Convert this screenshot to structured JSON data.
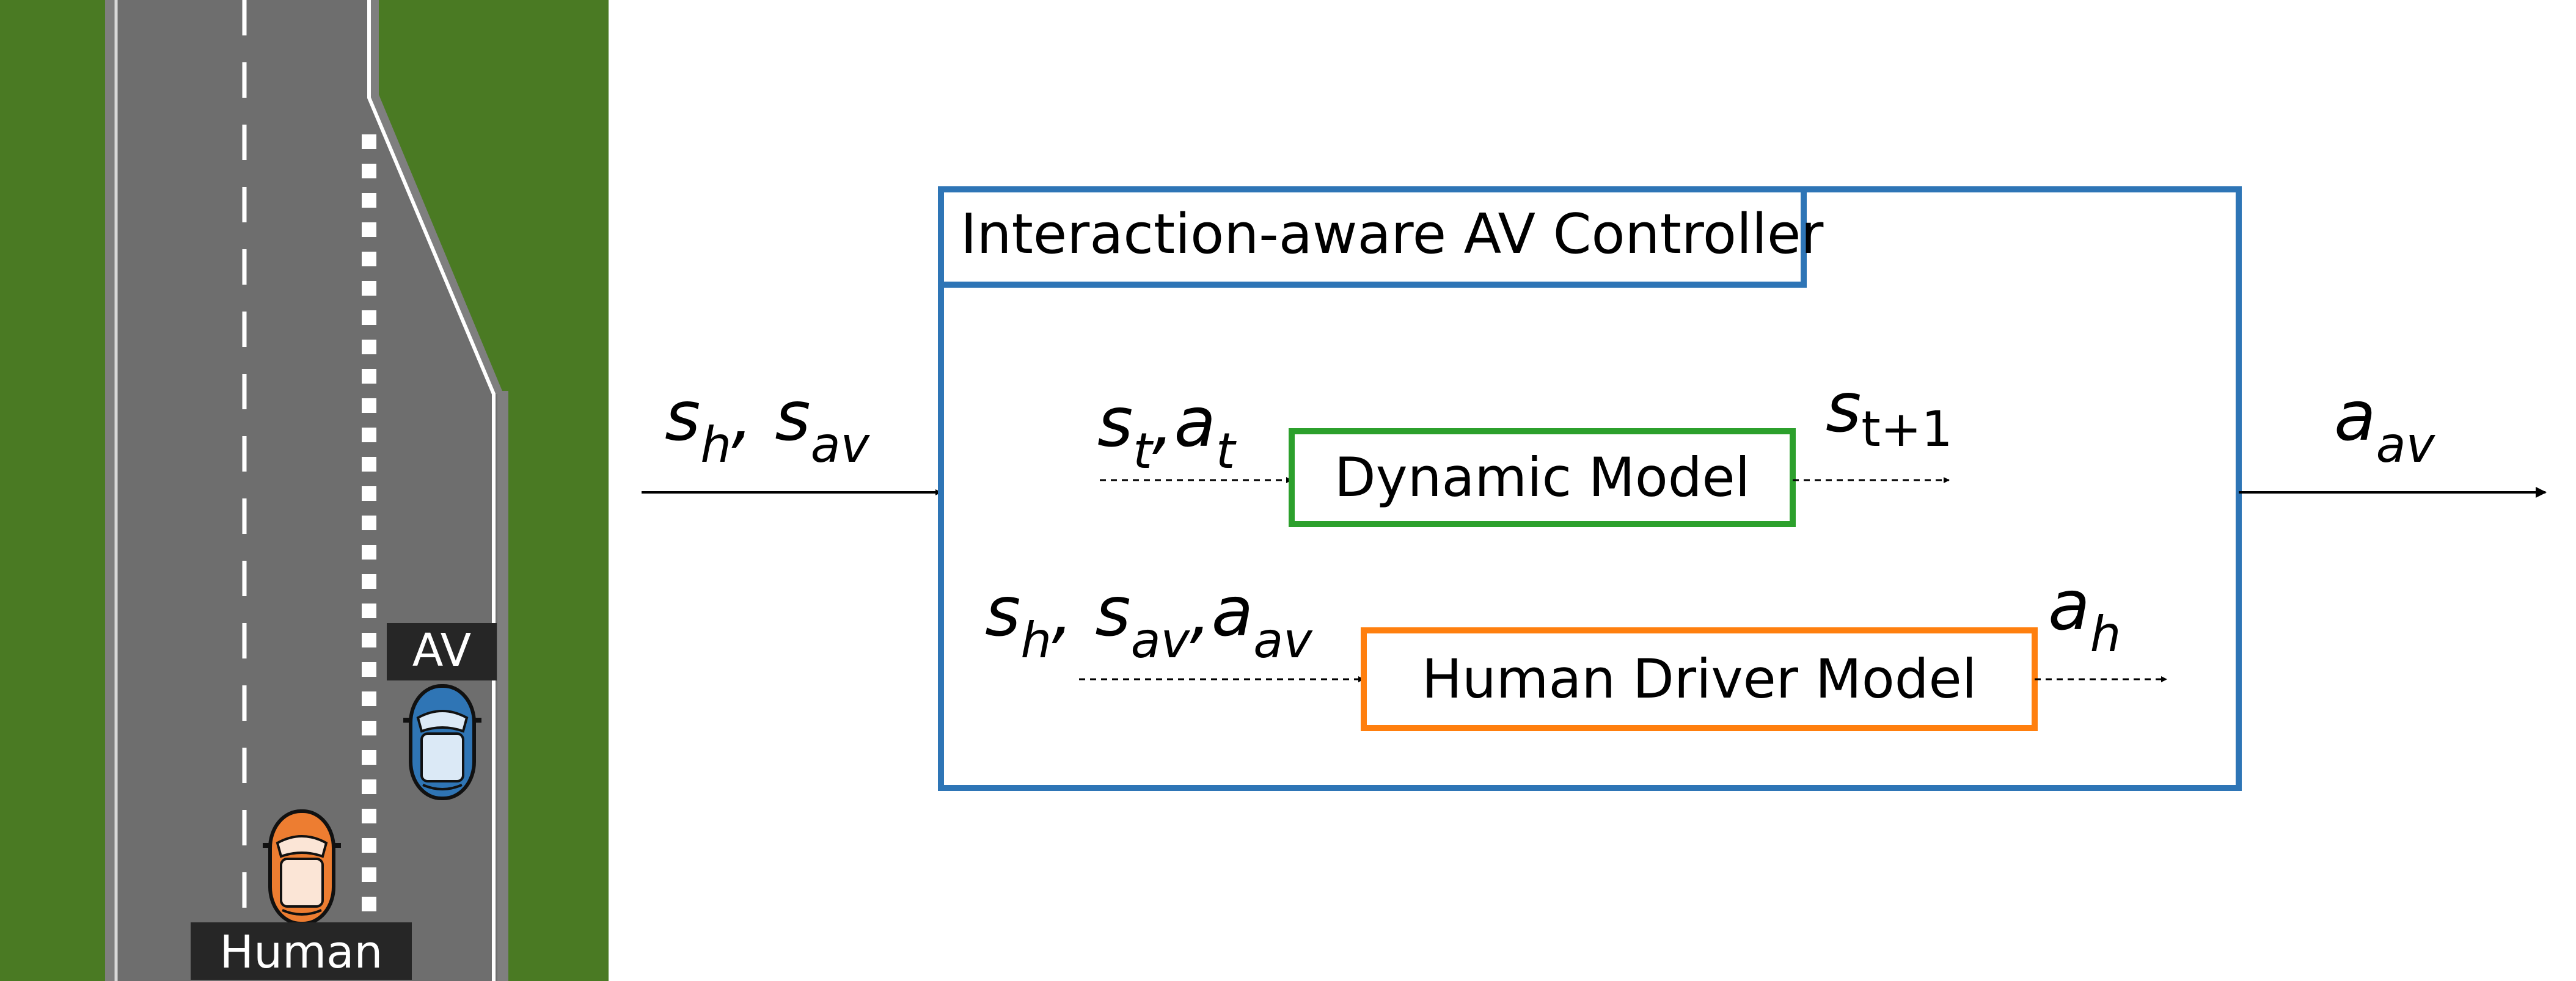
{
  "road_scene": {
    "av_label": "AV",
    "human_label": "Human",
    "colors": {
      "grass": "#4a7a23",
      "road": "#6e6e6e",
      "lane_mark": "#ffffff",
      "av_car": "#2f75b5",
      "human_car": "#ed7d31",
      "label_bg": "#262626"
    }
  },
  "diagram": {
    "controller_title": "Interaction-aware AV Controller",
    "dynamic_model_label": "Dynamic Model",
    "human_driver_model_label": "Human Driver Model",
    "input_state": {
      "a": "s",
      "a_sub": "h",
      "b": "s",
      "b_sub": "av"
    },
    "output_action": {
      "a": "a",
      "a_sub": "av"
    },
    "dynamic_in": {
      "a": "s",
      "a_sub": "t",
      "b": "a",
      "b_sub": "t"
    },
    "dynamic_out": {
      "a": "s",
      "a_sub": "t+1"
    },
    "human_in": {
      "a": "s",
      "a_sub": "h",
      "b": "s",
      "b_sub": "av",
      "c": "a",
      "c_sub": "av"
    },
    "human_out": {
      "a": "a",
      "a_sub": "h"
    },
    "colors": {
      "controller_border": "#2e75b6",
      "dynamic_border": "#2ca02c",
      "human_border": "#ff7f0e",
      "text": "#000000"
    }
  }
}
